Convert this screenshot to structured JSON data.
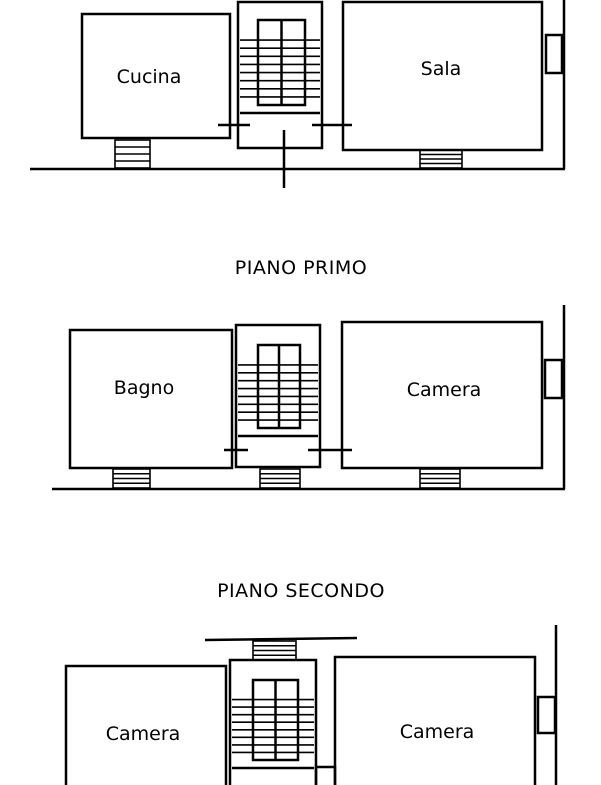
{
  "plans": [
    {
      "title": null,
      "rooms": [
        "Cucina",
        "Sala"
      ]
    },
    {
      "title": "PIANO PRIMO",
      "rooms": [
        "Bagno",
        "Camera"
      ]
    },
    {
      "title": "PIANO SECONDO",
      "rooms": [
        "Camera",
        "Camera"
      ]
    }
  ]
}
